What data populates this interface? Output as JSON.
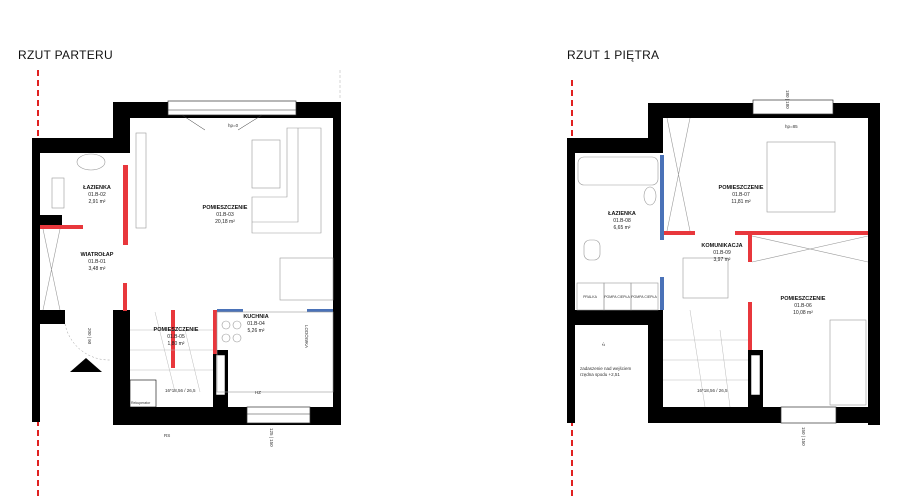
{
  "ground_floor": {
    "title": "RZUT PARTERU",
    "rooms": [
      {
        "name": "ŁAZIENKA",
        "code": "01.B-02",
        "area": "2,91 m²"
      },
      {
        "name": "POMIESZCZENIE",
        "code": "01.B-03",
        "area": "20,18 m²"
      },
      {
        "name": "WIATROŁAP",
        "code": "01.B-01",
        "area": "3,48 m²"
      },
      {
        "name": "POMIESZCZENIE",
        "code": "01.B-05",
        "area": "1,80 m²"
      },
      {
        "name": "KUCHNIA",
        "code": "01.B-04",
        "area": "5,26 m²"
      }
    ],
    "sill_height": "hp=0",
    "stairs": "16*18,56 / 26,5",
    "recuperator": "Rekuperator",
    "fridge": "LODÓWKA",
    "rs": "RS",
    "door_dims": "200 | 90",
    "window_dims": "125 | 150",
    "hz": "HZ"
  },
  "first_floor": {
    "title": "RZUT 1 PIĘTRA",
    "rooms": [
      {
        "name": "ŁAZIENKA",
        "code": "01.B-08",
        "area": "6,65 m²"
      },
      {
        "name": "POMIESZCZENIE",
        "code": "01.B-07",
        "area": "11,81 m²"
      },
      {
        "name": "KOMUNIKACJA",
        "code": "01.B-09",
        "area": "3,97 m²"
      },
      {
        "name": "POMIESZCZENIE",
        "code": "01.B-06",
        "area": "10,08 m²"
      }
    ],
    "sill_height": "hp=85",
    "top_window_dims": "180 | 180",
    "bottom_window_dims": "150 | 150",
    "stairs": "16*18,56 / 26,5",
    "appliances": [
      "PRALKA",
      "POMPA CIEPŁA",
      "POMPA CIEPŁA"
    ],
    "canopy_note_1": "zadaszenie nad wejściem",
    "canopy_note_2": "rzędna spodu +2,51",
    "slope": "-2"
  },
  "colors": {
    "wall": "#000000",
    "partition_red": "#e8373c",
    "partition_blue": "#4a72b8",
    "boundary": "#e02020"
  }
}
